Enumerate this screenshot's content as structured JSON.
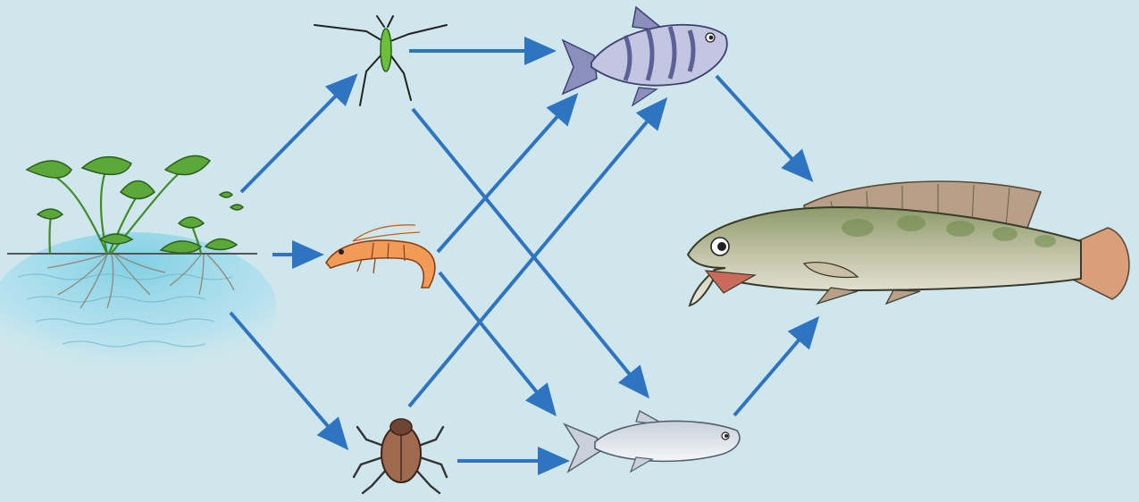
{
  "diagram": {
    "kind": "food-web",
    "colors": {
      "background": "#cfe7ec",
      "arrow": "#2f74c0",
      "water": "#8fd3e6",
      "plant": "#5aa83a",
      "insect": "#6bbf3a",
      "shrimp": "#e8823a",
      "beetle": "#a06a50",
      "striped_fish": "#9aa0c8",
      "silver_fish": "#dde3ea",
      "predator": "#9aa67a"
    },
    "nodes": [
      {
        "id": "plant",
        "icon": "water-plant-icon"
      },
      {
        "id": "insect",
        "icon": "water-strider-icon"
      },
      {
        "id": "shrimp",
        "icon": "shrimp-icon"
      },
      {
        "id": "beetle",
        "icon": "water-beetle-icon"
      },
      {
        "id": "striped_fish",
        "icon": "striped-fish-icon"
      },
      {
        "id": "silver_fish",
        "icon": "silver-fish-icon"
      },
      {
        "id": "predator",
        "icon": "predator-fish-icon"
      }
    ],
    "links": [
      {
        "from": "plant",
        "to": "insect"
      },
      {
        "from": "plant",
        "to": "shrimp"
      },
      {
        "from": "plant",
        "to": "beetle"
      },
      {
        "from": "insect",
        "to": "striped_fish"
      },
      {
        "from": "insect",
        "to": "silver_fish"
      },
      {
        "from": "shrimp",
        "to": "striped_fish"
      },
      {
        "from": "shrimp",
        "to": "silver_fish"
      },
      {
        "from": "beetle",
        "to": "striped_fish"
      },
      {
        "from": "beetle",
        "to": "silver_fish"
      },
      {
        "from": "striped_fish",
        "to": "predator"
      },
      {
        "from": "silver_fish",
        "to": "predator"
      }
    ]
  }
}
